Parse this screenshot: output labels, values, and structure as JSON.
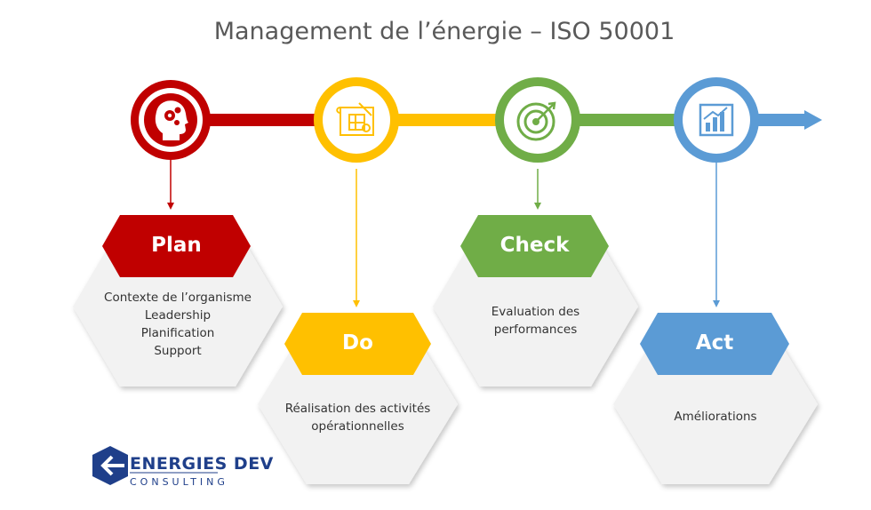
{
  "title": "Management de l’énergie – ISO 50001",
  "colors": {
    "plan": "#c00000",
    "do": "#ffc000",
    "check": "#70ad47",
    "act": "#5b9bd5",
    "hex_fill": "#f2f2f2",
    "logo": "#1f3f8a"
  },
  "steps": [
    {
      "id": "plan",
      "label": "Plan",
      "icon": "head-gears-icon",
      "lines": [
        "Contexte de l’organisme",
        "Leadership",
        "Planification",
        "Support"
      ]
    },
    {
      "id": "do",
      "label": "Do",
      "icon": "blueprint-icon",
      "lines": [
        "Réalisation des activités",
        "opérationnelles"
      ]
    },
    {
      "id": "check",
      "label": "Check",
      "icon": "target-icon",
      "lines": [
        "Evaluation des",
        "performances"
      ]
    },
    {
      "id": "act",
      "label": "Act",
      "icon": "bar-chart-icon",
      "lines": [
        "Améliorations"
      ]
    }
  ],
  "logo": {
    "name": "ENERGIES DEV",
    "sub": "CONSULTING"
  }
}
